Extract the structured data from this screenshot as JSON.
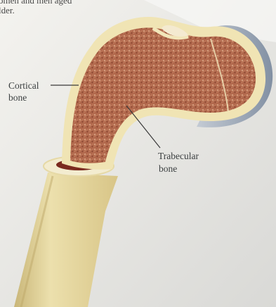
{
  "caption": {
    "line1": "omen and men aged",
    "line2": "lder."
  },
  "labels": {
    "cortical": [
      "Cortical",
      "bone"
    ],
    "trabecular": [
      "Trabecular",
      "bone"
    ]
  },
  "colors": {
    "background": "#e6e6e4",
    "cortical_shell": "#efe3b3",
    "trabecular_fill": "#b06a4f",
    "shaft": "#e4d49a",
    "cartilage_cap": "#9fa9b6",
    "leader_line": "#3a3a3a"
  }
}
